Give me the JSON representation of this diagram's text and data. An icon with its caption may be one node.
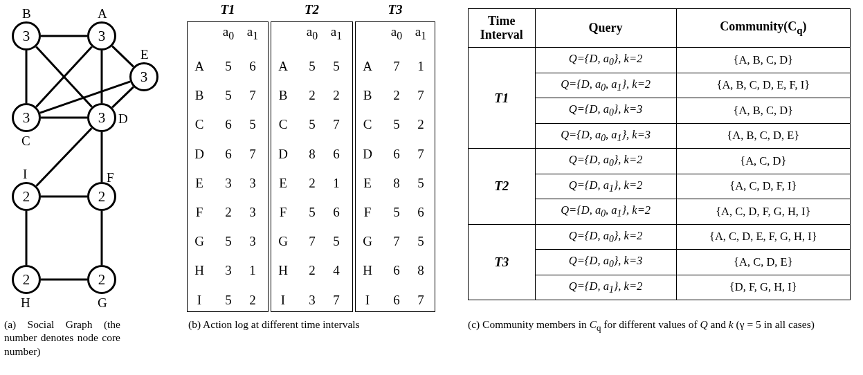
{
  "diagram": {
    "nodes": [
      {
        "text": [
          "3"
        ],
        "beside": [
          "B"
        ]
      },
      {
        "text": [
          "3"
        ],
        "beside": [
          "A"
        ]
      },
      {
        "text": [
          "3"
        ],
        "beside": [
          "E"
        ]
      },
      {
        "text": [
          "3"
        ],
        "beside": [
          "C"
        ]
      },
      {
        "text": [
          "3"
        ],
        "beside": [
          "D"
        ]
      },
      {
        "text": [
          "2"
        ],
        "beside": [
          "I"
        ]
      },
      {
        "text": [
          "2"
        ],
        "beside": [
          "F"
        ]
      },
      {
        "text": [
          "2"
        ],
        "beside": [
          "H"
        ]
      },
      {
        "text": [
          "2"
        ],
        "beside": [
          "G"
        ]
      }
    ],
    "edges": [
      {
        "from": 0,
        "to": 1,
        "arrow": "none"
      },
      {
        "from": 0,
        "to": 3,
        "arrow": "none"
      },
      {
        "from": 0,
        "to": 4,
        "arrow": "none"
      },
      {
        "from": 1,
        "to": 3,
        "arrow": "none"
      },
      {
        "from": 1,
        "to": 4,
        "arrow": "none"
      },
      {
        "from": 1,
        "to": 2,
        "arrow": "none"
      },
      {
        "from": 2,
        "to": 3,
        "arrow": "none"
      },
      {
        "from": 2,
        "to": 4,
        "arrow": "none"
      },
      {
        "from": 3,
        "to": 4,
        "arrow": "none"
      },
      {
        "from": 4,
        "to": 5,
        "arrow": "none"
      },
      {
        "from": 4,
        "to": 6,
        "arrow": "none"
      },
      {
        "from": 5,
        "to": 6,
        "arrow": "none"
      },
      {
        "from": 5,
        "to": 7,
        "arrow": "none"
      },
      {
        "from": 6,
        "to": 8,
        "arrow": "none"
      },
      {
        "from": 7,
        "to": 8,
        "arrow": "none"
      }
    ],
    "labels": [
      "T1",
      "T2",
      "T3",
      "a$_{0}$",
      "a$_{1}$",
      "a$_{0}$",
      "a$_{1}$",
      "a$_{0}$",
      "a$_{1}$",
      "A",
      "5",
      "6",
      "A",
      "5",
      "5",
      "A",
      "7",
      "1",
      "B",
      "5",
      "7",
      "B",
      "2",
      "2",
      "B",
      "2",
      "7",
      "C",
      "6",
      "5",
      "C",
      "5",
      "7",
      "C",
      "5",
      "2",
      "D",
      "6",
      "7",
      "D",
      "8",
      "6",
      "D",
      "6",
      "7",
      "E",
      "3",
      "3",
      "E",
      "2",
      "1",
      "E",
      "8",
      "5",
      "F",
      "2",
      "3",
      "F",
      "5",
      "6",
      "F",
      "5",
      "6",
      "G",
      "5",
      "3",
      "G",
      "7",
      "5",
      "G",
      "7",
      "5",
      "H",
      "3",
      "1",
      "H",
      "2",
      "4",
      "H",
      "6",
      "8",
      "I",
      "5",
      "2",
      "I",
      "3",
      "7",
      "I",
      "6",
      "7",
      "Time Interval",
      "Query",
      "Community(C$_{q}$)",
      "T1",
      "Q={D, a$_{0}$}, k=2",
      "{A, B, C, D}",
      "Q={D, a$_{0}$, a$_{1}$}, k=2",
      "{A, B, C, D, E, F, I}",
      "Q={D, a$_{0}$}, k=3",
      "{A, B, C, D}",
      "Q={D, a$_{0}$, a$_{1}$}, k=3",
      "{A, B, C, D, E}",
      "T2",
      "Q={D, a$_{0}$}, k=2",
      "{A, C, D}",
      "Q={D, a$_{1}$}, k=2",
      "{A, C, D, F, I}",
      "Q={D, a$_{0}$, a$_{1}$}, k=2",
      "{A, C, D, F, G, H, I}",
      "T3",
      "Q={D, a$_{0}$}, k=2",
      "{A, C, D, E, F, G, H, I}",
      "Q={D, a$_{0}$}, k=3",
      "{A, C, D, E}",
      "Q={D, a$_{1}$}, k=2",
      "{D, F, G, H, I}",
      "(a) Social Graph (the number denotes node core number)",
      "(b) Action log at different time intervals",
      "(c) Community members in *C*$_{q}$ for different values of *Q* and *k* (γ = 5 in all cases)"
    ]
  }
}
